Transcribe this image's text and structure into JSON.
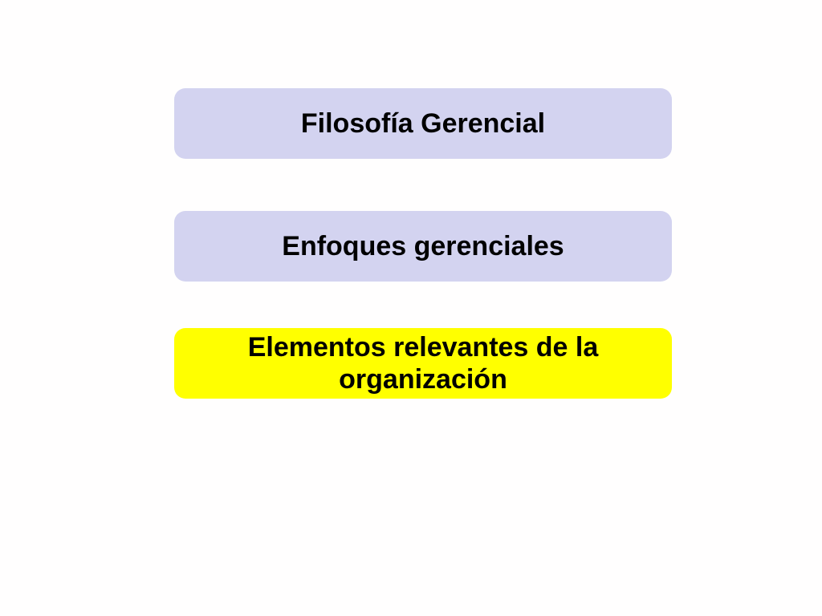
{
  "boxes": [
    {
      "label": "Filosofía Gerencial",
      "color": "#d3d3f0"
    },
    {
      "label": "Enfoques gerenciales",
      "color": "#d3d3f0"
    },
    {
      "label": "Elementos relevantes de la organización",
      "color": "#ffff00"
    }
  ]
}
